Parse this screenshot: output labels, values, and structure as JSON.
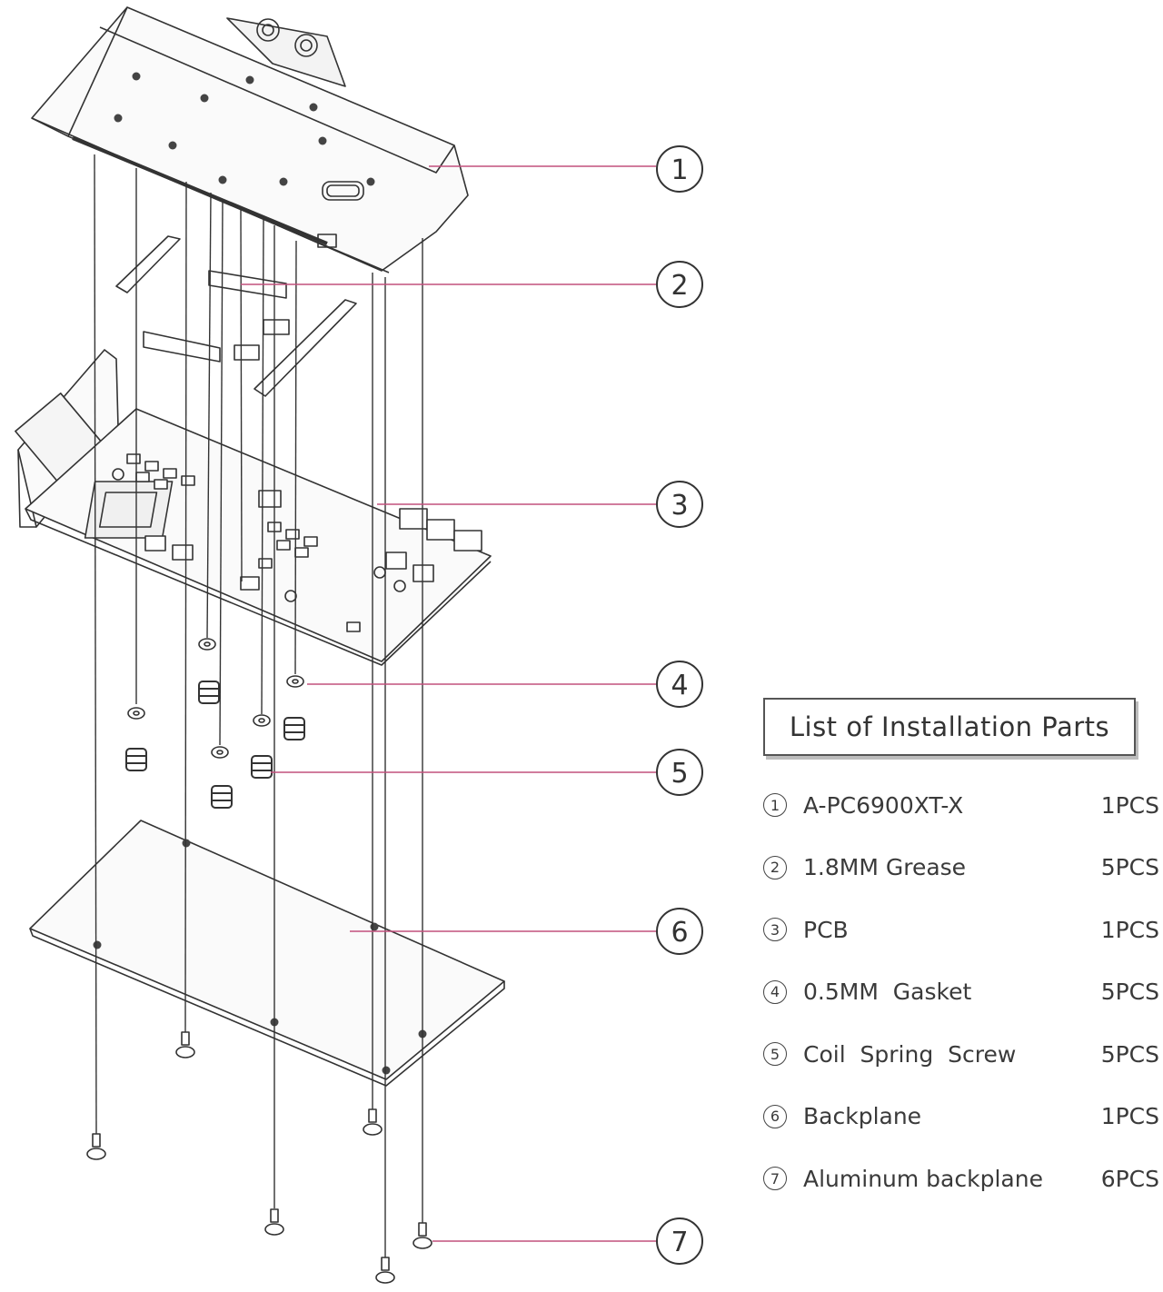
{
  "accent_color": "#c2507d",
  "callouts": [
    "1",
    "2",
    "3",
    "4",
    "5",
    "6",
    "7"
  ],
  "parts_list": {
    "title": "List of Installation Parts",
    "items": [
      {
        "num": "1",
        "name": "A-PC6900XT-X",
        "qty": "1PCS"
      },
      {
        "num": "2",
        "name": "1.8MM Grease",
        "qty": "5PCS"
      },
      {
        "num": "3",
        "name": "PCB",
        "qty": "1PCS"
      },
      {
        "num": "4",
        "name": "0.5MM  Gasket",
        "qty": "5PCS"
      },
      {
        "num": "5",
        "name": "Coil  Spring  Screw",
        "qty": "5PCS"
      },
      {
        "num": "6",
        "name": "Backplane",
        "qty": "1PCS"
      },
      {
        "num": "7",
        "name": "Aluminum backplane",
        "qty": "6PCS"
      }
    ]
  }
}
